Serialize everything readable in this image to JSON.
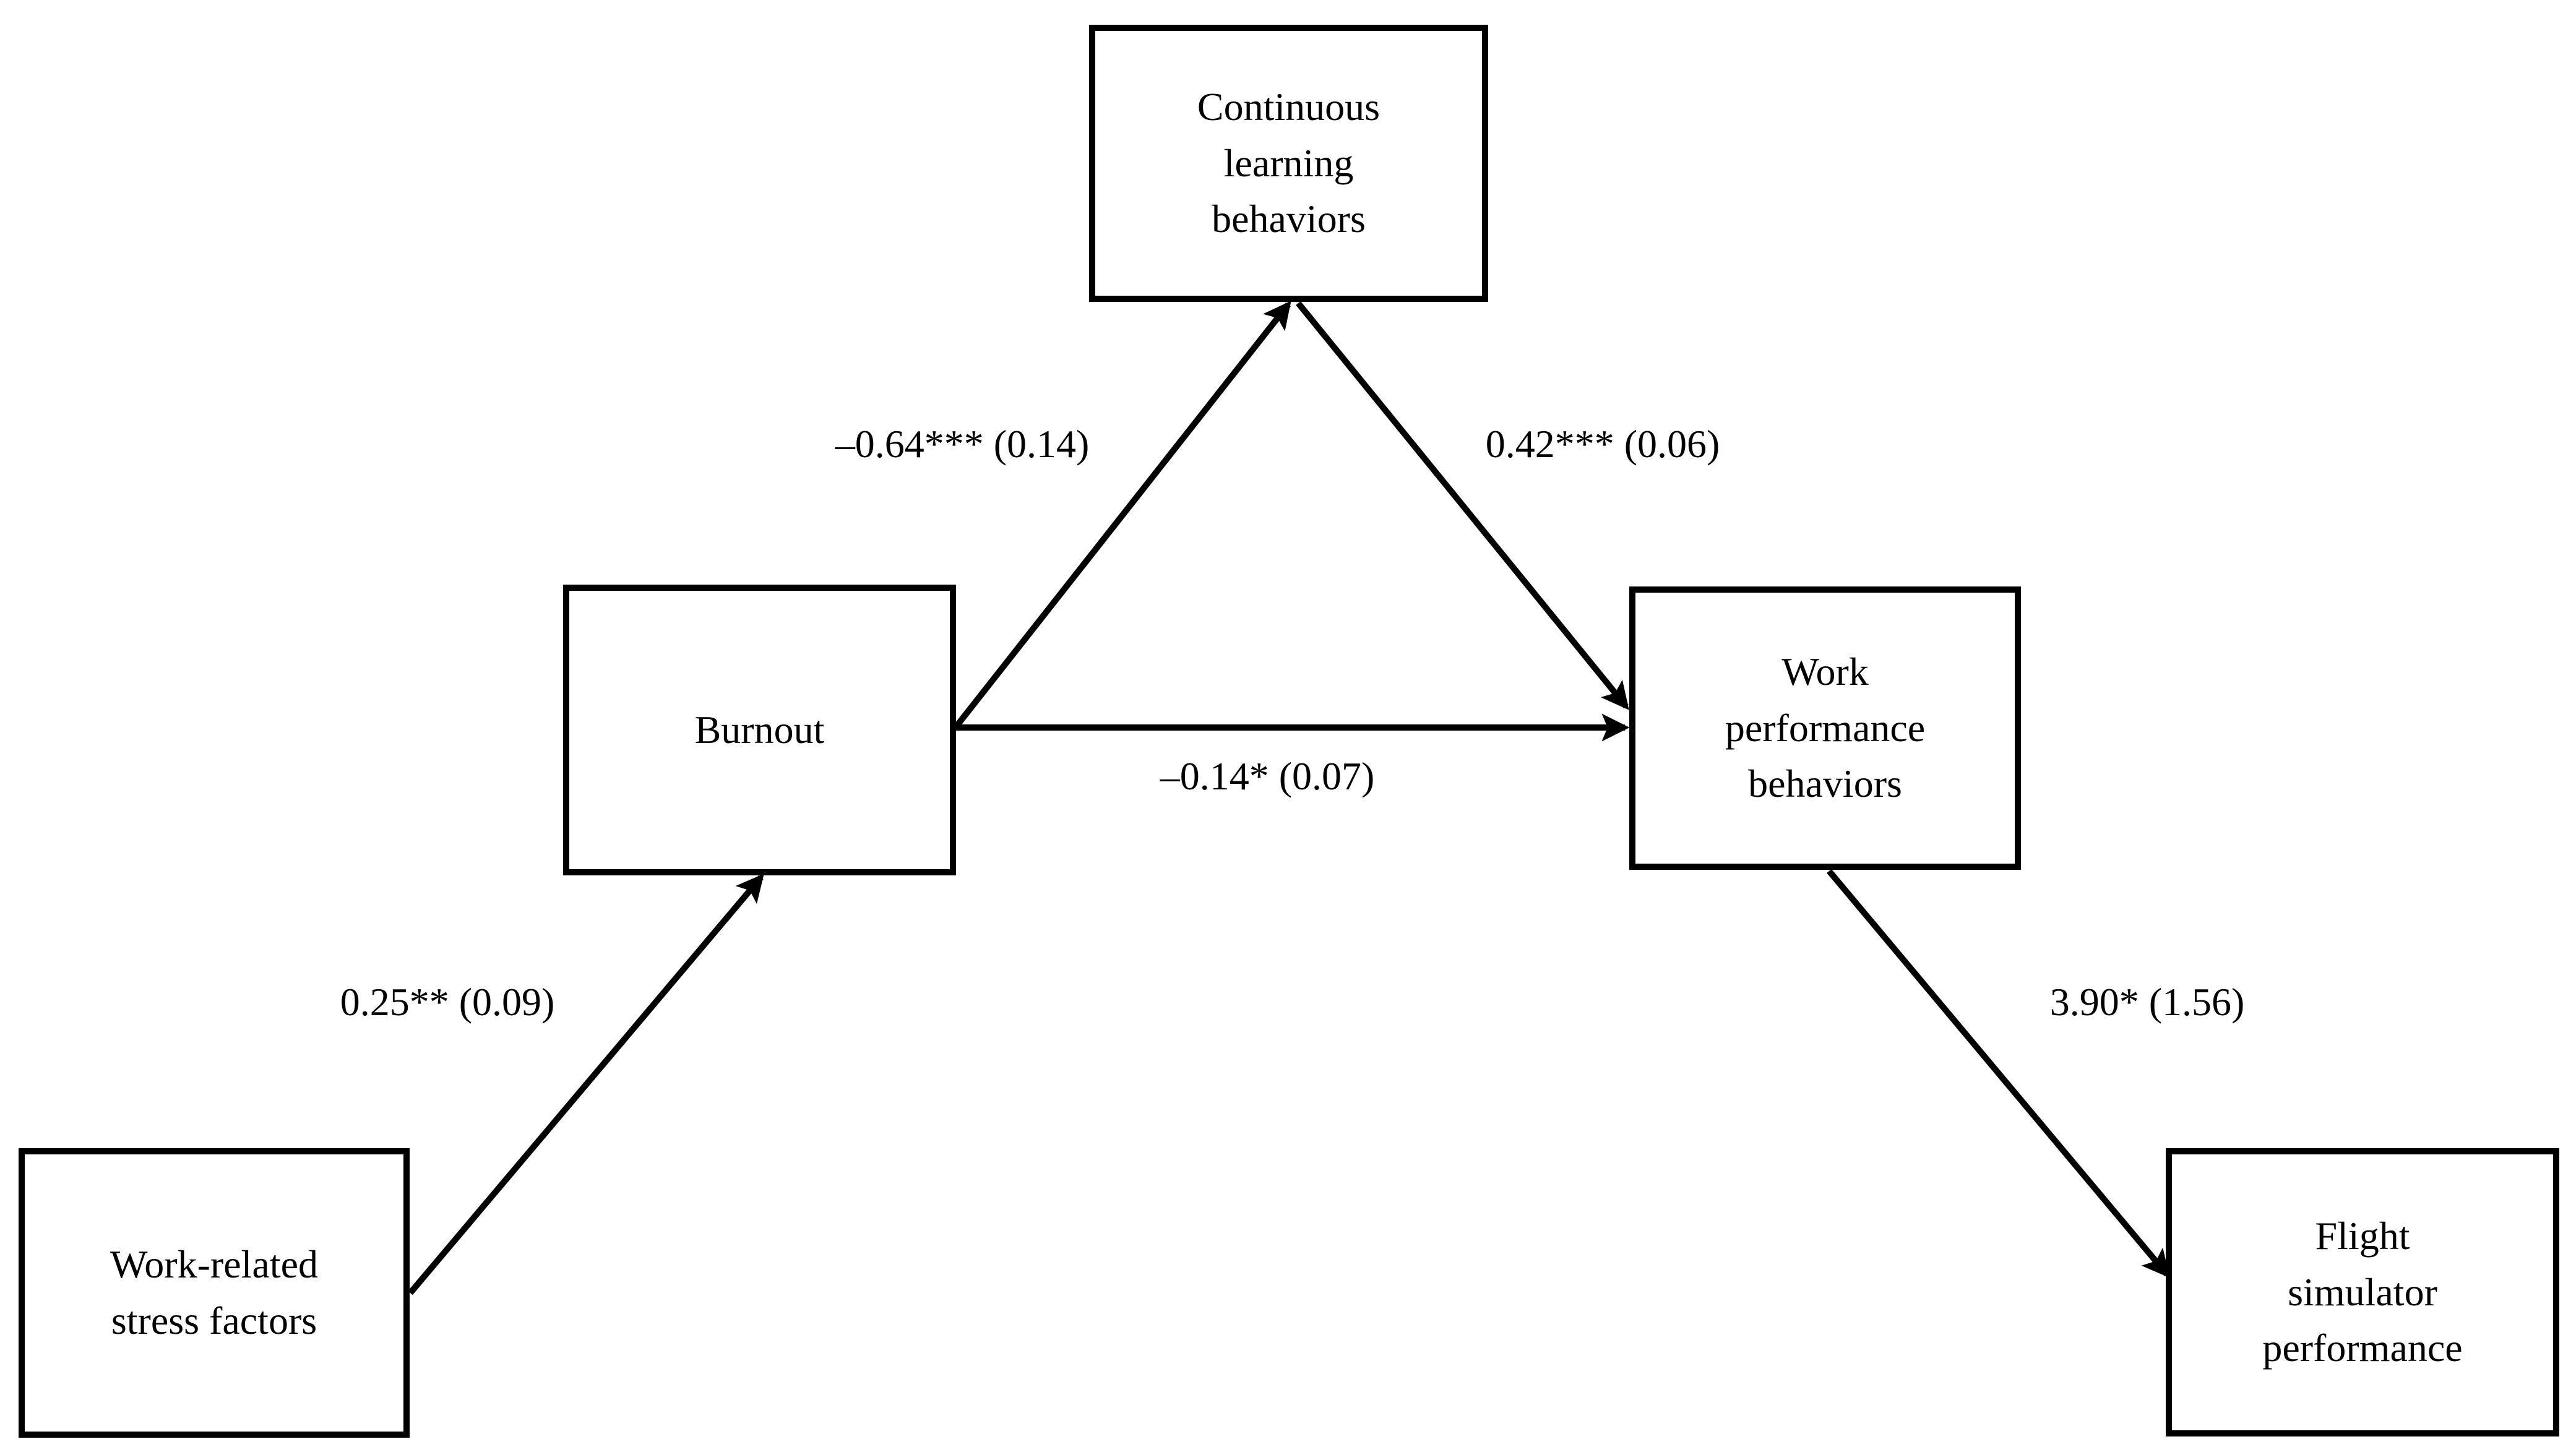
{
  "diagram": {
    "type": "path-model",
    "background_color": "#ffffff",
    "line_color": "#000000",
    "box_fill": "#ffffff",
    "text_color": "#000000",
    "nodes": [
      {
        "id": "continuous-learning-behaviors",
        "label": "Continuous\nlearning\nbehaviors"
      },
      {
        "id": "burnout",
        "label": "Burnout"
      },
      {
        "id": "work-performance-behaviors",
        "label": "Work\nperformance\nbehaviors"
      },
      {
        "id": "work-related-stress-factors",
        "label": "Work-related\nstress factors"
      },
      {
        "id": "flight-simulator-performance",
        "label": "Flight\nsimulator\nperformance"
      }
    ],
    "edges": [
      {
        "from": "work-related-stress-factors",
        "to": "burnout",
        "label": "0.25** (0.09)"
      },
      {
        "from": "burnout",
        "to": "continuous-learning-behaviors",
        "label": "–0.64*** (0.14)"
      },
      {
        "from": "continuous-learning-behaviors",
        "to": "work-performance-behaviors",
        "label": "0.42*** (0.06)"
      },
      {
        "from": "burnout",
        "to": "work-performance-behaviors",
        "label": "–0.14* (0.07)"
      },
      {
        "from": "work-performance-behaviors",
        "to": "flight-simulator-performance",
        "label": "3.90* (1.56)"
      }
    ]
  }
}
